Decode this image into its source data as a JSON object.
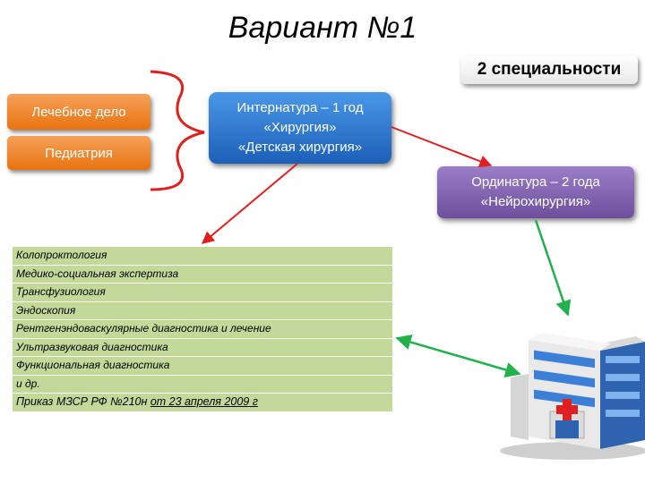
{
  "title": "Вариант №1",
  "badge": "2 специальности",
  "specialties": [
    "Лечебное дело",
    "Педиатрия"
  ],
  "internship": {
    "line1": "Интернатура – 1 год",
    "line2": "«Хирургия»",
    "line3": "«Детская хирургия»"
  },
  "residency": {
    "line1": "Ординатура – 2 года",
    "line2": "«Нейрохирургия»"
  },
  "list_items": [
    "Колопроктология",
    "Медико-социальная экспертиза",
    "Трансфузиология",
    "Эндоскопия",
    "Рентгенэндоваскулярные диагностика и лечение",
    "Ультразвуковая диагностика",
    "Функциональная диагностика",
    "и др."
  ],
  "order": {
    "prefix": "Приказ МЗСР РФ №210н ",
    "underlined": "от 23 апреля 2009 г"
  },
  "colors": {
    "orange": "#e8730f",
    "blue": "#1c5fb8",
    "purple": "#6d4f9e",
    "list_bg": "#c3d99a",
    "red_arrow": "#e02020",
    "green_arrow": "#22b14c"
  }
}
